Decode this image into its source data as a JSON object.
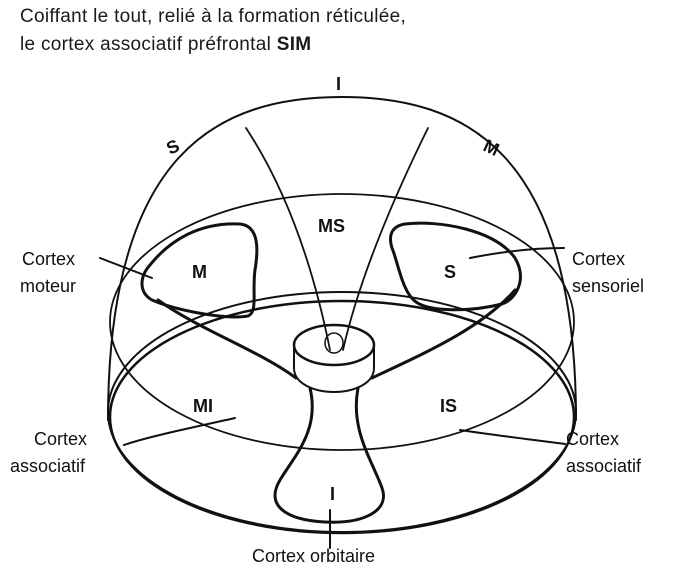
{
  "caption": {
    "line1": "Coiffant le tout, relié à la formation réticulée,",
    "line2_prefix": "le cortex associatif préfrontal ",
    "line2_bold": "SIM"
  },
  "outer_labels": {
    "top": "I",
    "left": "S",
    "right": "M"
  },
  "regions": {
    "ms": "MS",
    "m": "M",
    "s": "S",
    "mi": "MI",
    "is": "IS",
    "i": "I"
  },
  "labels": {
    "motor_1": "Cortex",
    "motor_2": "moteur",
    "sensory_1": "Cortex",
    "sensory_2": "sensoriel",
    "assoc_left_1": "Cortex",
    "assoc_left_2": "associatif",
    "assoc_right_1": "Cortex",
    "assoc_right_2": "associatif",
    "orbital": "Cortex orbitaire"
  }
}
